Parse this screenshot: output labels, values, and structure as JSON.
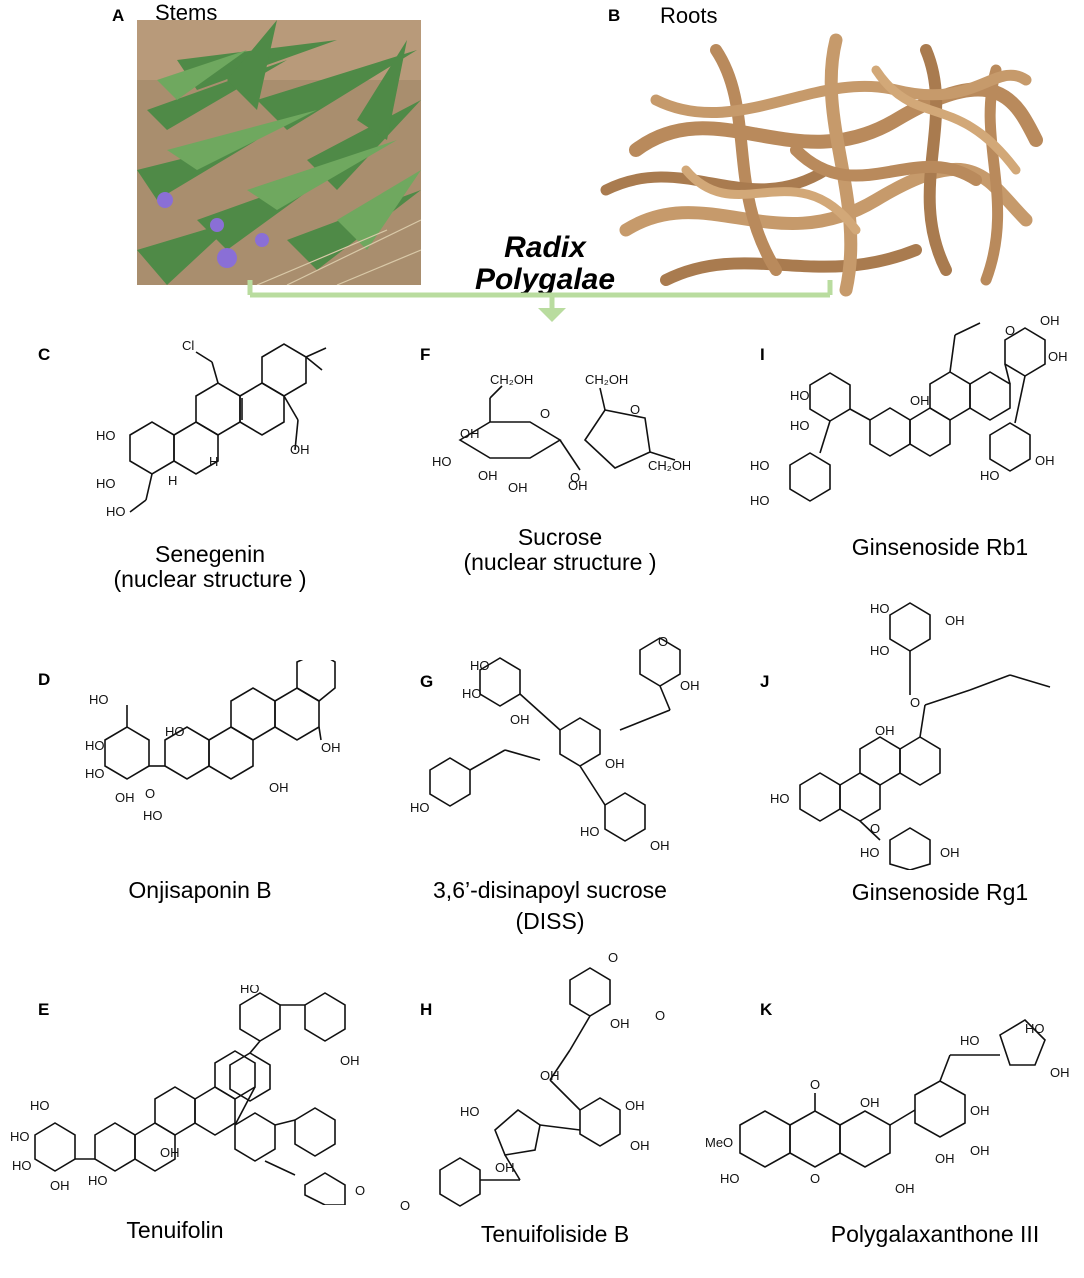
{
  "panels": {
    "A": {
      "label": "A",
      "title": "Stems"
    },
    "B": {
      "label": "B",
      "title": "Roots"
    },
    "C": {
      "label": "C",
      "name": "Senegenin",
      "sub": "(nuclear structure )"
    },
    "D": {
      "label": "D",
      "name": "Onjisaponin B"
    },
    "E": {
      "label": "E",
      "name": "Tenuifolin"
    },
    "F": {
      "label": "F",
      "name": "Sucrose",
      "sub": "(nuclear structure )"
    },
    "G": {
      "label": "G",
      "name": "3,6’-disinapoyl sucrose",
      "sub": "(DISS)"
    },
    "H": {
      "label": "H",
      "name": "Tenuifoliside B"
    },
    "I": {
      "label": "I",
      "name": "Ginsenoside Rb1"
    },
    "J": {
      "label": "J",
      "name": "Ginsenoside Rg1"
    },
    "K": {
      "label": "K",
      "name": "Polygalaxanthone III"
    }
  },
  "center_title": {
    "line1": "Radix",
    "line2": "Polygalae"
  },
  "atoms": {
    "cl": "Cl",
    "ho": "HO",
    "oh": "OH",
    "o": "O",
    "h": "H",
    "ch2oh": "CH₂OH",
    "meo": "MeO"
  },
  "colors": {
    "connector": "#b9dc9f",
    "plant_green": "#4f8a47",
    "root_tan": "#b98a5c",
    "flower": "#8a6fd6"
  }
}
